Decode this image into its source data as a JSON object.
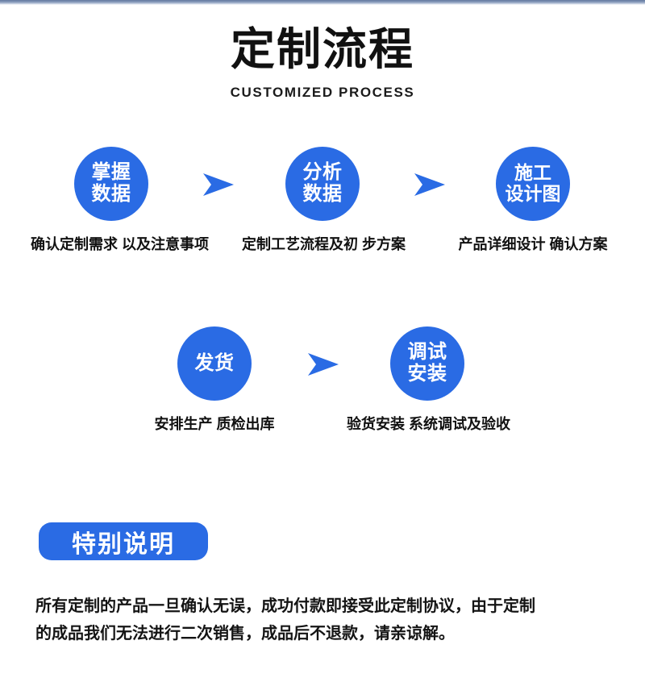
{
  "header": {
    "title": "定制流程",
    "subtitle": "CUSTOMIZED PROCESS"
  },
  "theme": {
    "accent_blue": "#2a6be4",
    "text_dark": "#111111",
    "background": "#ffffff"
  },
  "flow": {
    "row1": [
      {
        "bubble_lines": [
          "掌握",
          "数据"
        ],
        "caption_lines": [
          "确认定制需求",
          "以及注意事项"
        ]
      },
      {
        "bubble_lines": [
          "分析",
          "数据"
        ],
        "caption_lines": [
          "定制工艺流程及初",
          "步方案"
        ]
      },
      {
        "bubble_lines": [
          "施工",
          "设计图"
        ],
        "caption_lines": [
          "产品详细设计",
          "确认方案"
        ]
      }
    ],
    "row2": [
      {
        "bubble_lines": [
          "发货",
          ""
        ],
        "caption_lines": [
          "安排生产",
          "质检出库"
        ]
      },
      {
        "bubble_lines": [
          "调试",
          "安装"
        ],
        "caption_lines": [
          "验货安装",
          "系统调试及验收"
        ]
      }
    ]
  },
  "special": {
    "badge_label": "特别说明",
    "note_lines": [
      "所有定制的产品一旦确认无误，成功付款即接受此定制协议，由于定制",
      "的成品我们无法进行二次销售，成品后不退款，请亲谅解。"
    ]
  }
}
